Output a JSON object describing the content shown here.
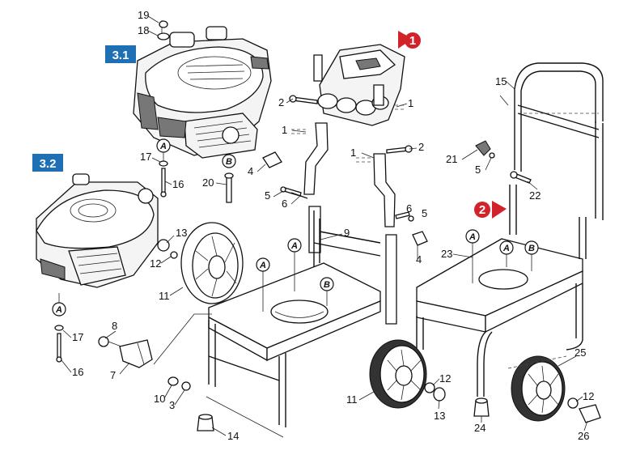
{
  "diagram": {
    "section_badges": [
      "3.1",
      "3.2"
    ],
    "variant_markers": [
      "1",
      "2"
    ],
    "part_numbers": {
      "p19": "19",
      "p18": "18",
      "p17a": "17",
      "p16a": "16",
      "p20": "20",
      "p2a": "2",
      "p1a": "1",
      "p1b": "1",
      "p1c": "1",
      "p2b": "2",
      "p4a": "4",
      "p5a": "5",
      "p6a": "6",
      "p9": "9",
      "p6b": "6",
      "p5b": "5",
      "p4b": "4",
      "p15": "15",
      "p21": "21",
      "p5c": "5",
      "p22": "22",
      "p23": "23",
      "p13a": "13",
      "p12a": "12",
      "p11a": "11",
      "p17b": "17",
      "p16b": "16",
      "p8": "8",
      "p7": "7",
      "p10": "10",
      "p3": "3",
      "p14": "14",
      "p11b": "11",
      "p12b": "12",
      "p13b": "13",
      "p24": "24",
      "p25": "25",
      "p12c": "12",
      "p26": "26"
    },
    "ref_marks": {
      "m1": "A",
      "m2": "B",
      "m3": "A",
      "m4": "A",
      "m5": "A",
      "m6": "B",
      "m7": "A",
      "m8": "A",
      "m9": "B"
    },
    "colors": {
      "badge": "#1f6fb5",
      "marker": "#d2232a",
      "line": "#111111"
    }
  }
}
